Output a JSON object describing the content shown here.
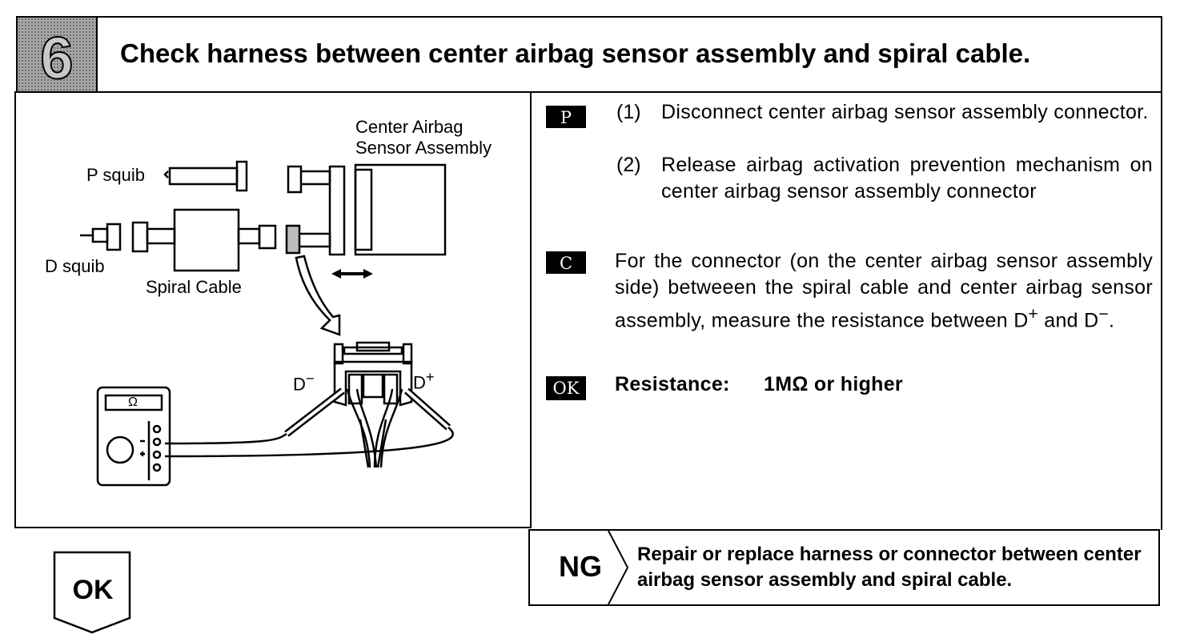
{
  "step": {
    "number": "6",
    "title": "Check harness between center airbag sensor assembly and spiral cable."
  },
  "illustration": {
    "label_center": [
      "Center Airbag",
      "Sensor Assembly"
    ],
    "label_p_squib": "P squib",
    "label_d_squib": "D squib",
    "label_spiral": "Spiral Cable",
    "label_d_minus": "D",
    "label_d_plus": "D",
    "meter_symbol": "Ω"
  },
  "prepare": {
    "badge": "P",
    "items": [
      {
        "num": "(1)",
        "text": "Disconnect center airbag sensor assembly connector."
      },
      {
        "num": "(2)",
        "text": "Release airbag activation prevention mechanism on center airbag sensor assembly connector"
      }
    ]
  },
  "check": {
    "badge": "C",
    "text": "For the connector (on the center airbag sensor assembly side) betweeen the spiral cable and center airbag sensor assembly, measure the resistance between D",
    "tail_and": "and D"
  },
  "spec": {
    "badge": "OK",
    "label": "Resistance:",
    "value": "1MΩ or higher"
  },
  "ng": {
    "label": "NG",
    "text": "Repair or replace harness or connector between center airbag sensor assembly and spiral cable."
  },
  "ok_tab": {
    "label": "OK"
  }
}
